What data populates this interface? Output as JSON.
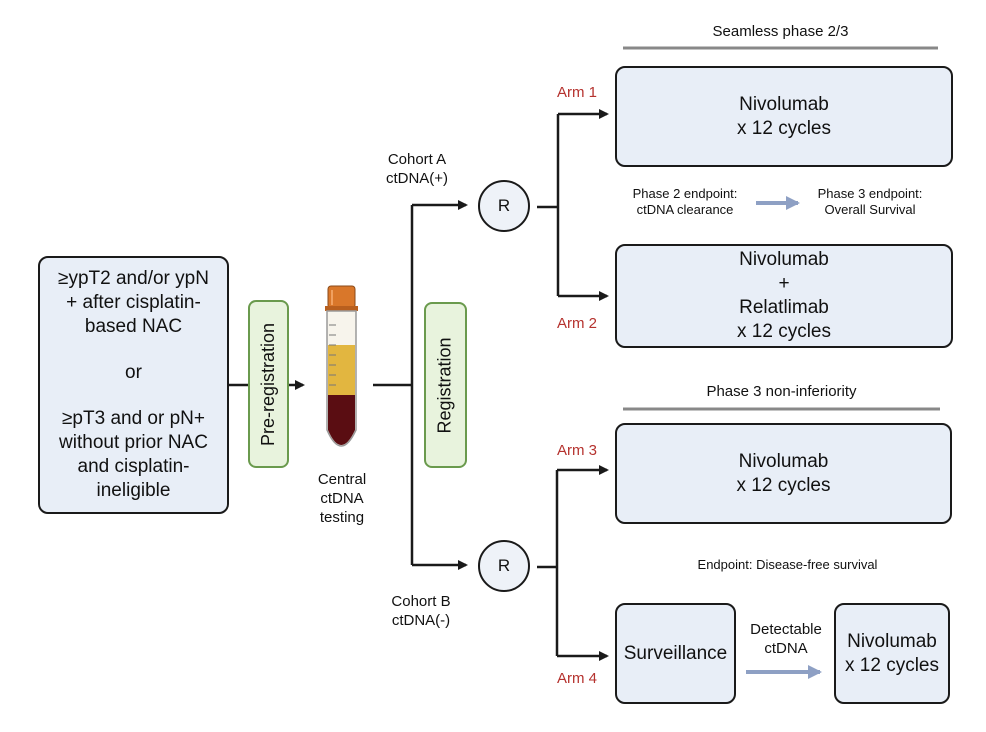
{
  "eligibility": {
    "line1": "≥ypT2 and/or ypN",
    "line2": "+ after cisplatin-",
    "line3": "based NAC",
    "or": "or",
    "line4": "≥pT3 and or pN+",
    "line5": "without prior NAC",
    "line6": "and cisplatin-",
    "line7": "ineligible"
  },
  "pre_registration": "Pre-registration",
  "registration": "Registration",
  "testing": {
    "line1": "Central",
    "line2": "ctDNA",
    "line3": "testing"
  },
  "cohort_a": {
    "line1": "Cohort A",
    "line2": "ctDNA(+)"
  },
  "cohort_b": {
    "line1": "Cohort B",
    "line2": "ctDNA(-)"
  },
  "randomize_symbol": "R",
  "phase23_header": "Seamless phase 2/3",
  "phase3_header": "Phase 3 non-inferiority",
  "arms": {
    "arm1": {
      "label": "Arm 1",
      "line1": "Nivolumab",
      "line2": "x 12 cycles"
    },
    "arm2": {
      "label": "Arm 2",
      "line1": "Nivolumab",
      "line2": "+",
      "line3": "Relatlimab",
      "line4": "x 12 cycles"
    },
    "arm3": {
      "label": "Arm 3",
      "line1": "Nivolumab",
      "line2": "x 12 cycles"
    },
    "arm4": {
      "label": "Arm 4",
      "surveillance": "Surveillance",
      "treat_line1": "Nivolumab",
      "treat_line2": "x 12 cycles"
    }
  },
  "endpoints": {
    "phase2_line1": "Phase 2 endpoint:",
    "phase2_line2": "ctDNA clearance",
    "phase3_line1": "Phase 3 endpoint:",
    "phase3_line2": "Overall Survival",
    "cohort_b": "Endpoint: Disease-free survival"
  },
  "detectable": {
    "line1": "Detectable",
    "line2": "ctDNA"
  },
  "colors": {
    "box_fill": "#e8eef7",
    "tag_fill": "#e8f3dd",
    "tag_border": "#6a9a4d",
    "arm_label": "#b5322e",
    "soft_arrow": "#8ea0c4",
    "tube_cap": "#d9772a",
    "tube_plasma": "#e2b640",
    "tube_blood": "#5a0d12"
  },
  "icons": [
    "blood-tube-icon",
    "randomize-icon",
    "arrow-icon"
  ]
}
